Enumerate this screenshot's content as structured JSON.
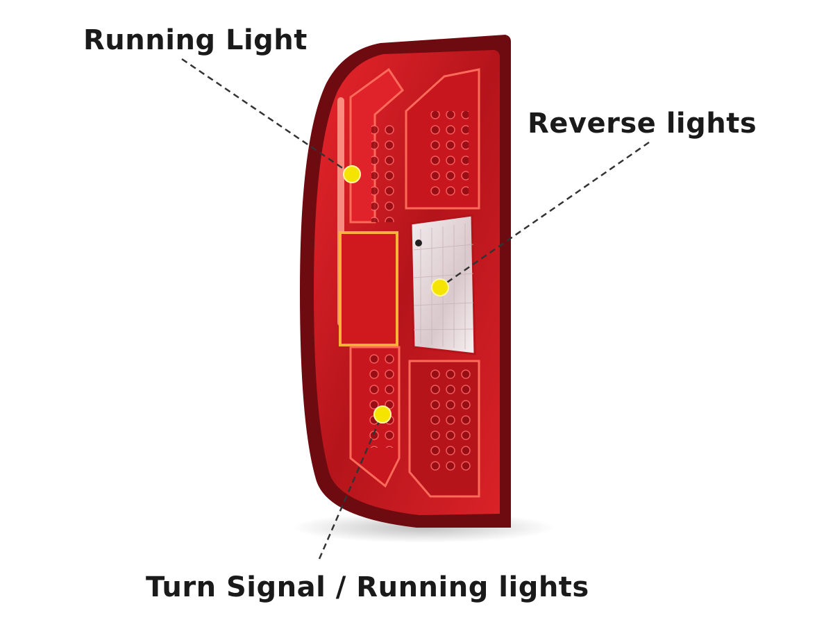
{
  "labels": {
    "running_light": "Running Light",
    "reverse_lights": "Reverse lights",
    "turn_signal": "Turn Signal / Running lights"
  },
  "colors": {
    "background": "#ffffff",
    "housing_dark": "#7a0d12",
    "lens_red": "#c9161d",
    "lens_bright": "#ff3a3a",
    "reverse_lens": "#e9dde0",
    "marker_yellow": "#f5e400",
    "leader_line": "#333333"
  }
}
